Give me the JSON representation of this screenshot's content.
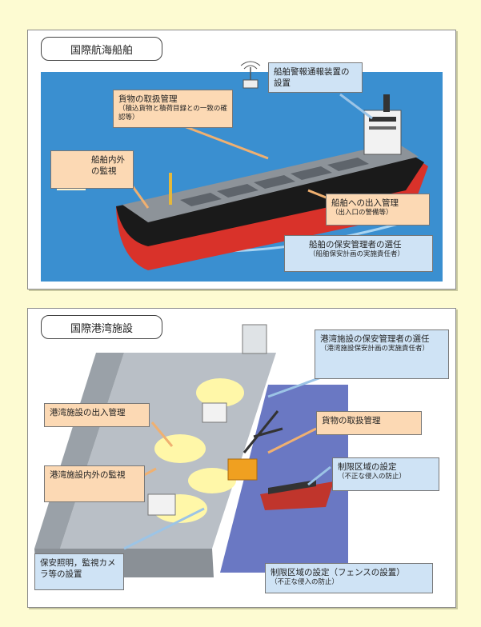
{
  "colors": {
    "page_bg": "#fdfbd2",
    "sea": "#3a8fd0",
    "label_orange": "#fcd9b4",
    "label_blue": "#cfe3f5",
    "hull_red": "#d9322a",
    "hull_black": "#1a1a1a"
  },
  "ship_panel": {
    "title": "国際航海船舶",
    "labels": {
      "alarm": "船舶警報通報装置の設置",
      "cargo_title": "貨物の取扱管理",
      "cargo_sub": "（積込貨物と積荷目録との一致の確認等）",
      "watch_title": "船舶内外の監視",
      "access_title": "船舶への出入管理",
      "access_sub": "（出入口の警備等）",
      "officer_title": "船舶の保安管理者の選任",
      "officer_sub": "（船舶保安計画の実施責任者）"
    }
  },
  "port_panel": {
    "title": "国際港湾施設",
    "labels": {
      "officer_title": "港湾施設の保安管理者の選任",
      "officer_sub": "（港湾施設保安計画の実施責任者）",
      "access": "港湾施設の出入管理",
      "cargo": "貨物の取扱管理",
      "watch": "港湾施設内外の監視",
      "restricted_title": "制限区域の設定",
      "restricted_sub": "（不正な侵入の防止）",
      "lighting": "保安照明，監視カメラ等の設置",
      "fence_title": "制限区域の設定（フェンスの設置）",
      "fence_sub": "（不正な侵入の防止）"
    }
  }
}
